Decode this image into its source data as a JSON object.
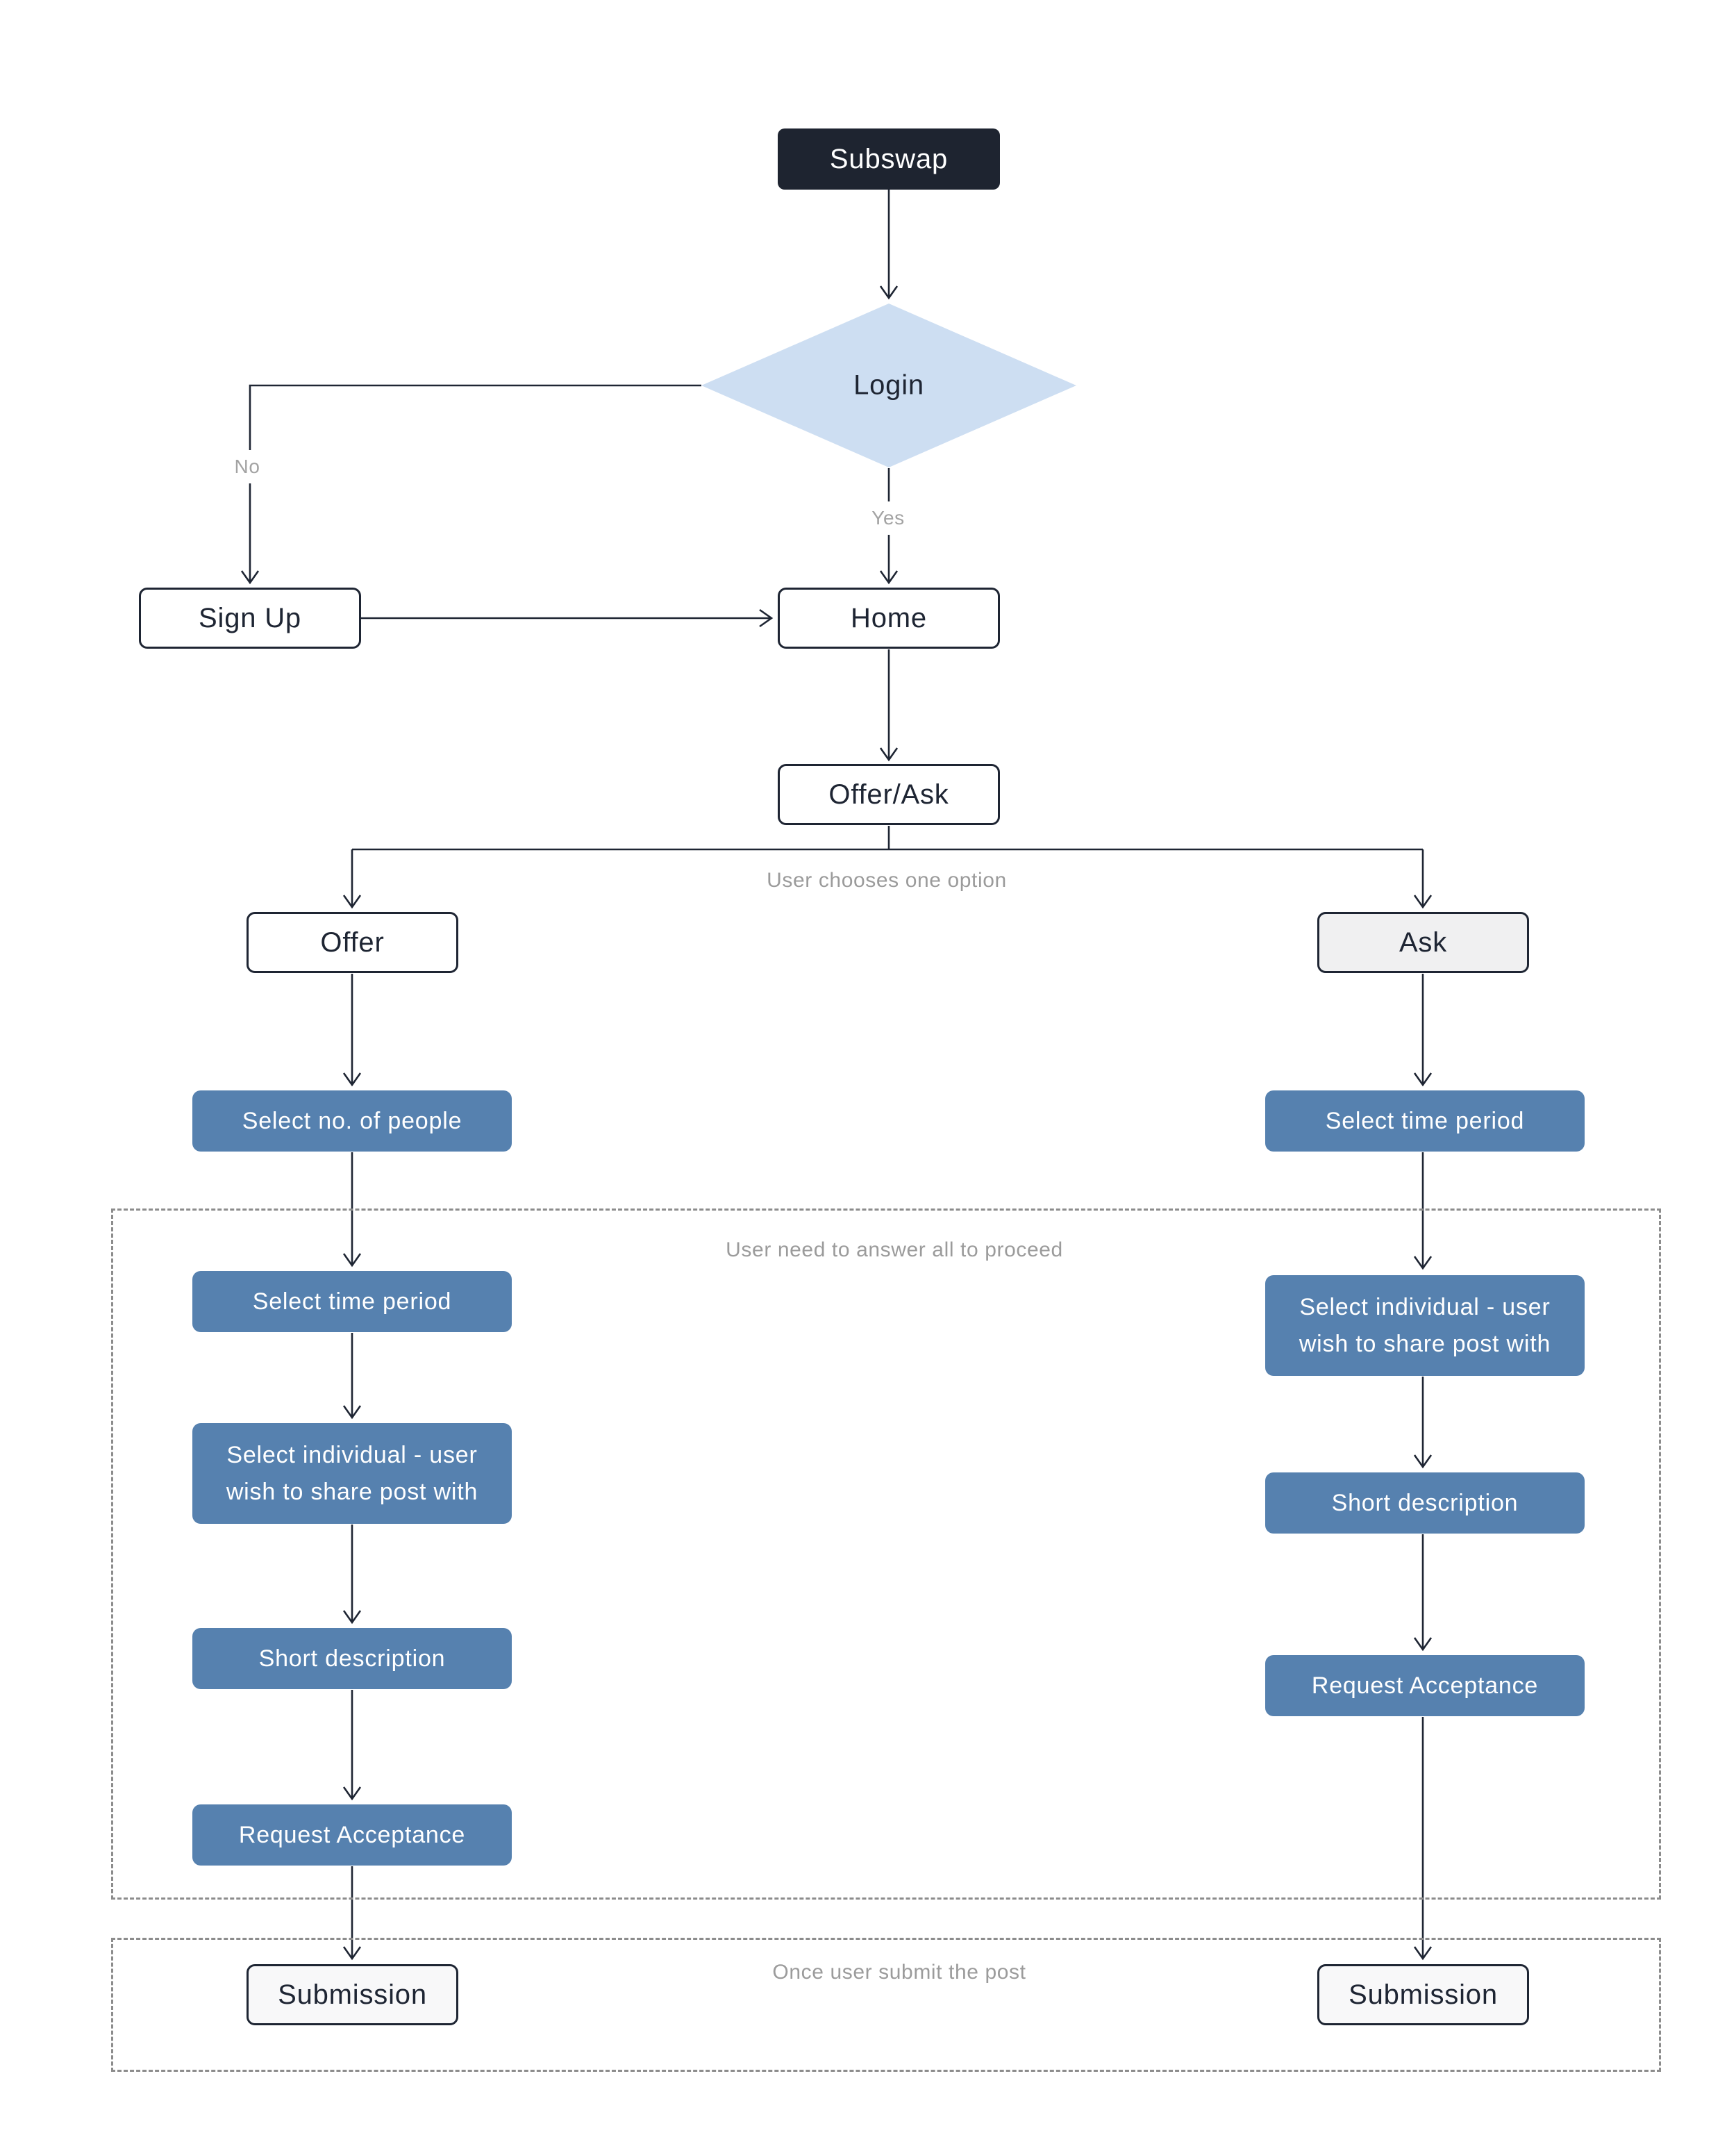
{
  "colors": {
    "ink": "#1e2533",
    "dark_node": "#1e2430",
    "accent_blue": "#5681af",
    "diamond_blue": "#cddef2",
    "muted_gray": "#9b9b9b",
    "label_gray": "#a3a3a3",
    "dash_gray": "#8c8c8c",
    "node_gray_fill": "#f0f0f1",
    "node_offwhite_fill": "#f8f8f9"
  },
  "nodes": {
    "subswap": "Subswap",
    "login": "Login",
    "sign_up": "Sign Up",
    "home": "Home",
    "offer_ask": "Offer/Ask",
    "offer": "Offer",
    "ask": "Ask",
    "offer_step_1": "Select no. of people",
    "offer_step_2": "Select time period",
    "offer_step_3": "Select individual - user wish to share post with",
    "offer_step_4": "Short description",
    "offer_step_5": "Request Acceptance",
    "offer_submission": "Submission",
    "ask_step_1": "Select time period",
    "ask_step_2": "Select individual - user wish to share post with",
    "ask_step_3": "Short description",
    "ask_step_4": "Request Acceptance",
    "ask_submission": "Submission"
  },
  "edge_labels": {
    "no": "No",
    "yes": "Yes",
    "choose_option": "User chooses one option",
    "answer_all": "User need to answer all to proceed",
    "after_submit": "Once user submit the post"
  }
}
